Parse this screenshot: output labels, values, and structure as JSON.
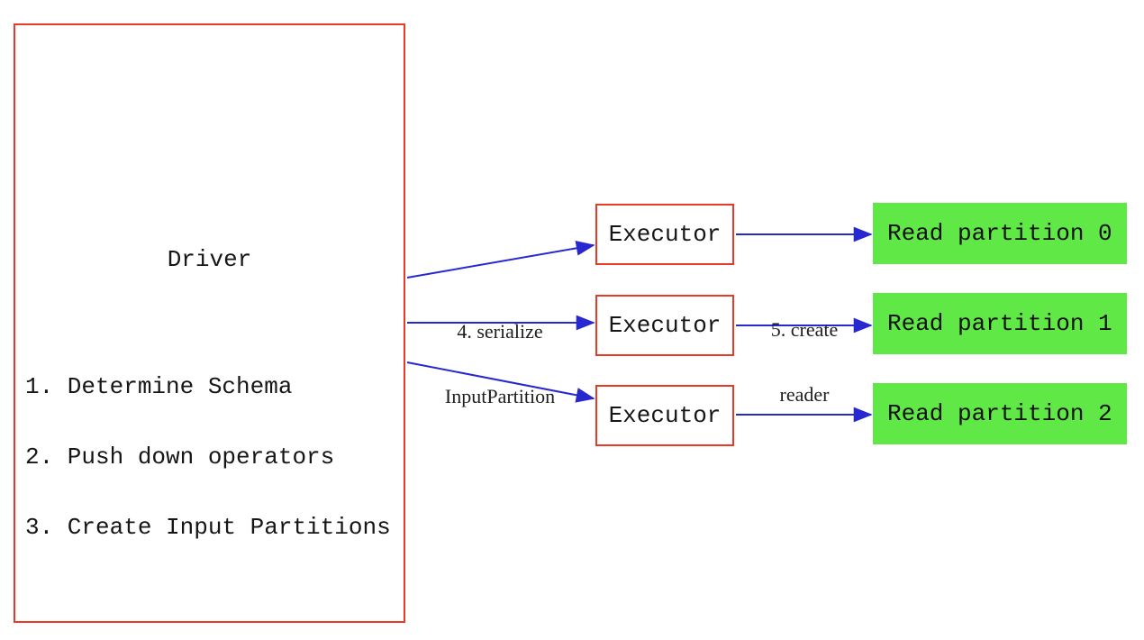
{
  "diagram": {
    "background_color": "#ffffff",
    "colors": {
      "box_border_red": "#e73b28",
      "arrow_blue": "#2828d0",
      "partition_green": "#5fe846",
      "text_black": "#161616"
    },
    "driver": {
      "title": "Driver",
      "steps": [
        "1. Determine Schema",
        "2. Push down operators",
        "3. Create Input Partitions"
      ]
    },
    "executors": [
      {
        "label": "Executor"
      },
      {
        "label": "Executor"
      },
      {
        "label": "Executor"
      }
    ],
    "partitions": [
      {
        "label": "Read partition 0"
      },
      {
        "label": "Read partition 1"
      },
      {
        "label": "Read partition 2"
      }
    ],
    "arrow_labels": {
      "serialize_line1": "4. serialize",
      "serialize_line2": "InputPartition",
      "reader_line1": "5. create",
      "reader_line2": "reader"
    }
  }
}
